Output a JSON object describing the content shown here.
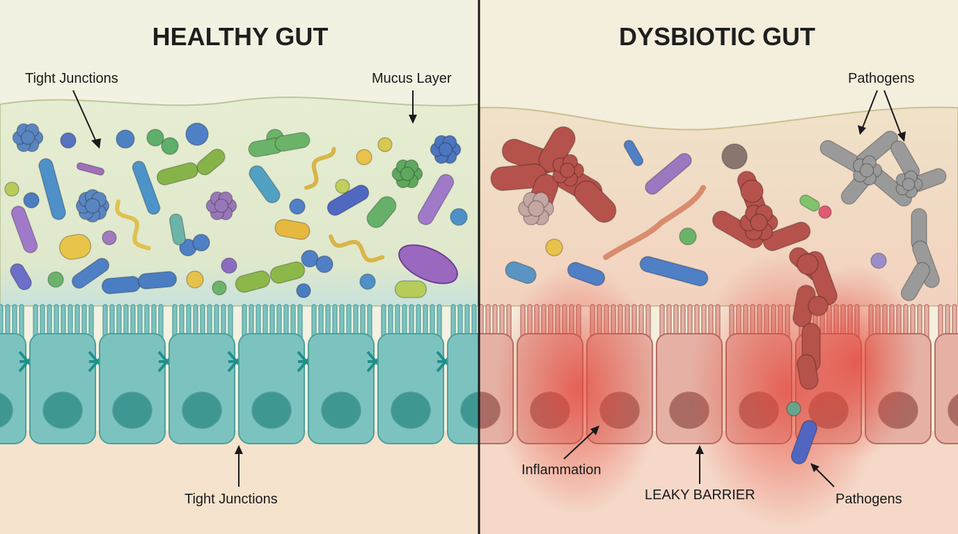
{
  "healthy": {
    "title": "HEALTHY GUT",
    "labels": {
      "tight_junctions_top": "Tight Junctions",
      "mucus_layer": "Mucus Layer",
      "tight_junctions_bottom": "Tight Junctions"
    }
  },
  "dysbiotic": {
    "title": "DYSBIOTIC GUT",
    "labels": {
      "pathogens_top": "Pathogens",
      "inflammation": "Inflammation",
      "leaky_barrier": "LEAKY BARRIER",
      "pathogens_bottom": "Pathogens"
    }
  },
  "colors": {
    "healthy_cells": "#7cc3c0",
    "healthy_mucus": "#e2ead0",
    "dysbiotic_cells": "#e5b1a4",
    "inflammation": "#e5463a",
    "pathogen_red": "#b5524b",
    "pathogen_gray": "#9a9a9a",
    "divider": "#1a1a1a"
  }
}
